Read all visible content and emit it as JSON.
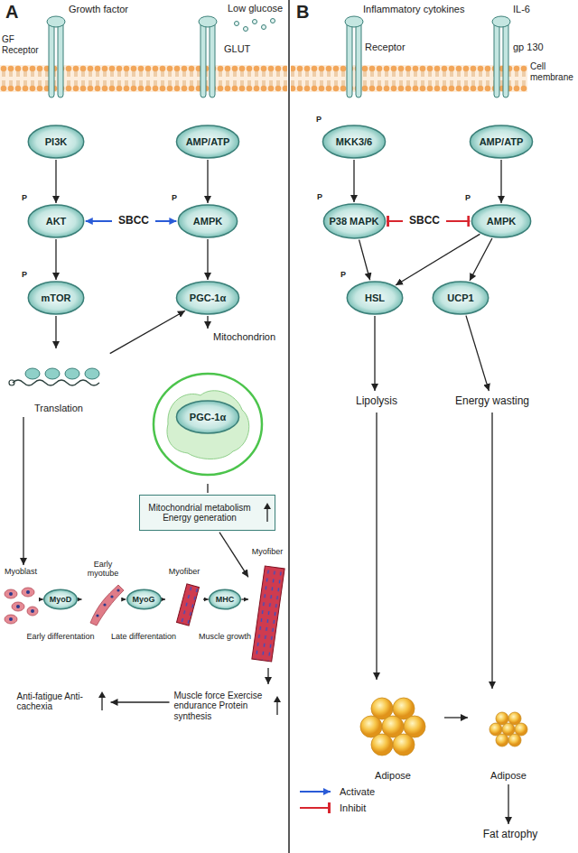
{
  "diagram": {
    "nodes": [
      {
        "text": [
          "PI3K"
        ]
      },
      {
        "text": [
          "AMP/ATP"
        ]
      },
      {
        "text": [
          "AKT"
        ]
      },
      {
        "text": [
          "SBCC"
        ]
      },
      {
        "text": [
          "AMPK"
        ]
      },
      {
        "text": [
          "mTOR"
        ]
      },
      {
        "text": [
          "PGC-1α"
        ]
      },
      {
        "text": [
          "Translation"
        ]
      },
      {
        "text": [
          "Mitochondrion"
        ]
      },
      {
        "text": [
          "PGC-1α"
        ],
        "in": 8
      },
      {
        "text": [
          "Mitochondrial metabolism Energy generation"
        ]
      },
      {
        "text": [
          "Myoblast"
        ]
      },
      {
        "text": [
          "MyoD"
        ]
      },
      {
        "text": [
          "Early myotube"
        ]
      },
      {
        "text": [
          "MyoG"
        ]
      },
      {
        "text": [
          "Myofiber"
        ]
      },
      {
        "text": [
          "MHC"
        ]
      },
      {
        "text": [
          "Myofiber"
        ]
      },
      {
        "text": [
          "Muscle force Exercise endurance Protein synthesis"
        ]
      },
      {
        "text": [
          "Anti-fatigue Anti-cachexia"
        ]
      },
      {
        "text": [
          "MKK3/6"
        ]
      },
      {
        "text": [
          "AMP/ATP"
        ]
      },
      {
        "text": [
          "P38 MAPK"
        ]
      },
      {
        "text": [
          "SBCC"
        ]
      },
      {
        "text": [
          "AMPK"
        ]
      },
      {
        "text": [
          "HSL"
        ]
      },
      {
        "text": [
          "UCP1"
        ]
      },
      {
        "text": [
          "Lipolysis"
        ]
      },
      {
        "text": [
          "Energy wasting"
        ]
      },
      {
        "text": [
          "Adipose"
        ]
      },
      {
        "text": [
          "Adipose"
        ]
      },
      {
        "text": [
          "Fat atrophy"
        ]
      }
    ],
    "edges": [
      {
        "from": 0,
        "to": 2,
        "arrow": "to"
      },
      {
        "from": 1,
        "to": 4,
        "arrow": "to"
      },
      {
        "from": 3,
        "to": 2,
        "arrow": "to"
      },
      {
        "from": 3,
        "to": 4,
        "arrow": "to"
      },
      {
        "from": 2,
        "to": 5,
        "arrow": "to"
      },
      {
        "from": 4,
        "to": 6,
        "arrow": "to"
      },
      {
        "from": 5,
        "to": 7,
        "arrow": "to"
      },
      {
        "from": 7,
        "to": 6,
        "arrow": "to"
      },
      {
        "from": 6,
        "to": 8,
        "arrow": "to"
      },
      {
        "from": 8,
        "to": 10,
        "arrow": "none"
      },
      {
        "from": 10,
        "to": 17,
        "arrow": "to"
      },
      {
        "from": 7,
        "to": 11,
        "arrow": "to"
      },
      {
        "from": 11,
        "to": 12,
        "arrow": "to"
      },
      {
        "from": 12,
        "to": 13,
        "arrow": "to"
      },
      {
        "from": 13,
        "to": 14,
        "arrow": "to"
      },
      {
        "from": 14,
        "to": 15,
        "arrow": "to"
      },
      {
        "from": 15,
        "to": 16,
        "arrow": "to"
      },
      {
        "from": 16,
        "to": 17,
        "arrow": "to"
      },
      {
        "from": 17,
        "to": 18,
        "arrow": "to"
      },
      {
        "from": 18,
        "to": 19,
        "arrow": "to"
      },
      {
        "from": 20,
        "to": 22,
        "arrow": "to"
      },
      {
        "from": 21,
        "to": 24,
        "arrow": "to"
      },
      {
        "from": 23,
        "to": 22,
        "arrow": "to"
      },
      {
        "from": 23,
        "to": 24,
        "arrow": "to"
      },
      {
        "from": 22,
        "to": 25,
        "arrow": "to"
      },
      {
        "from": 24,
        "to": 25,
        "arrow": "to"
      },
      {
        "from": 24,
        "to": 26,
        "arrow": "to"
      },
      {
        "from": 25,
        "to": 27,
        "arrow": "to"
      },
      {
        "from": 26,
        "to": 28,
        "arrow": "to"
      },
      {
        "from": 27,
        "to": 29,
        "arrow": "to"
      },
      {
        "from": 28,
        "to": 30,
        "arrow": "to"
      },
      {
        "from": 29,
        "to": 30,
        "arrow": "to"
      },
      {
        "from": 30,
        "to": 31,
        "arrow": "to"
      }
    ],
    "labels": [
      "A",
      "Growth factor",
      "GF Receptor",
      "Low glucose",
      "GLUT",
      "P",
      "P",
      "P",
      "Early differentation",
      "Late differentation",
      "Muscle growth",
      "B",
      "Inflammatory cytokines",
      "Receptor",
      "IL-6",
      "gp 130",
      "Cell membrane",
      "P",
      "P",
      "P",
      "P"
    ],
    "legend": [
      {
        "text": "Activate"
      },
      {
        "text": "Inhibit"
      }
    ]
  }
}
